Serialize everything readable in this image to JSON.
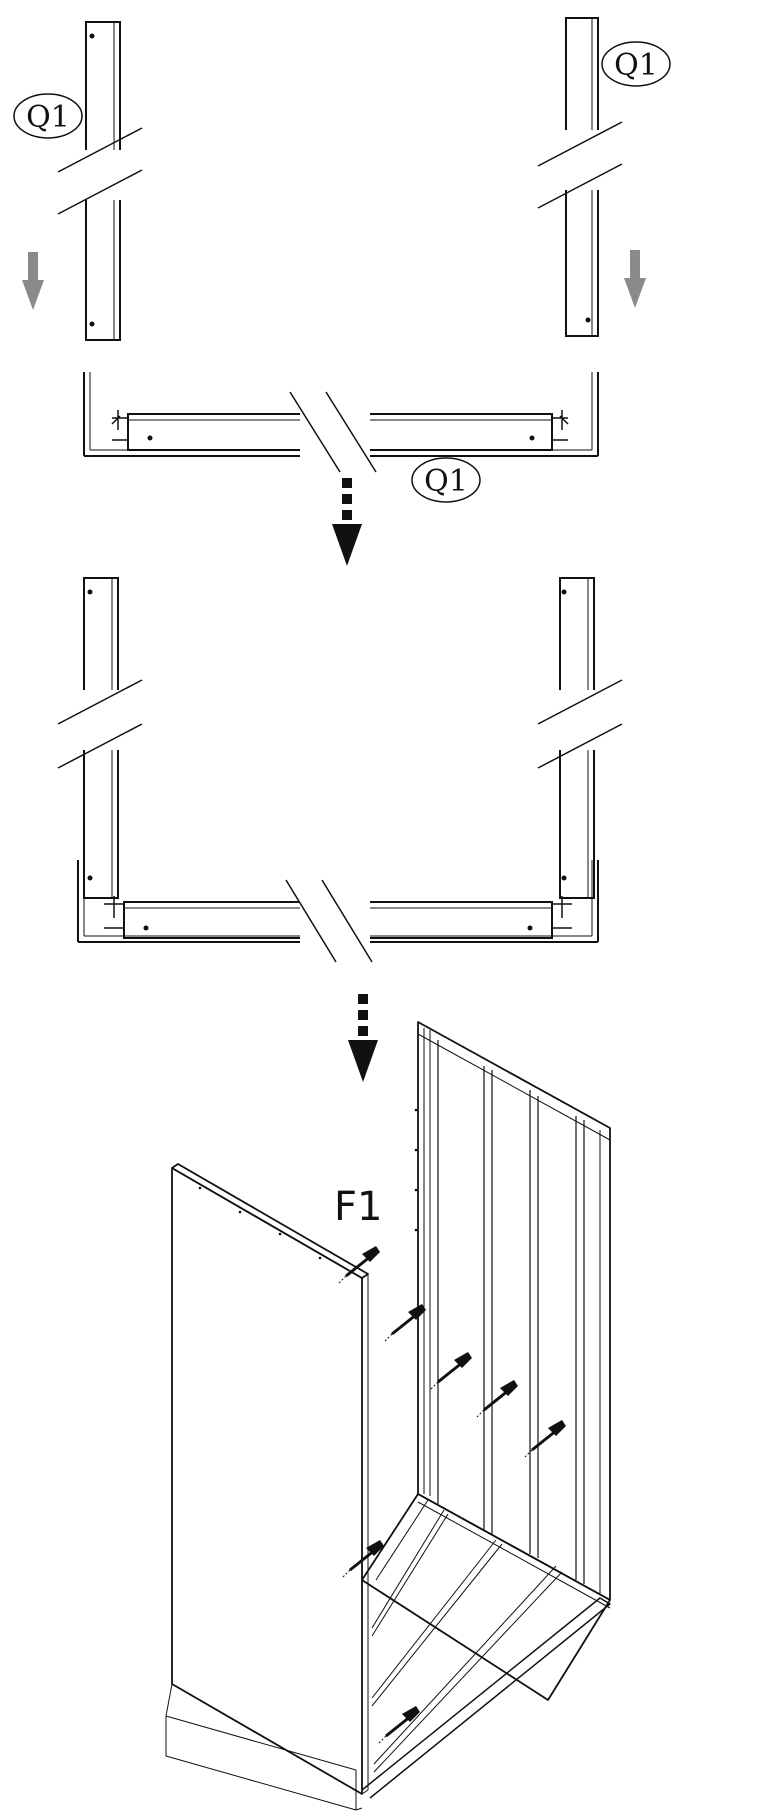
{
  "labels": {
    "part_q1_left": "Q1",
    "part_q1_right": "Q1",
    "part_q1_base": "Q1",
    "fastener_f1": "F1"
  },
  "colors": {
    "line": "#111111",
    "arrow_gray": "#8a8a8a",
    "arrow_dark": "#111111",
    "panel_fill": "#ffffff"
  }
}
